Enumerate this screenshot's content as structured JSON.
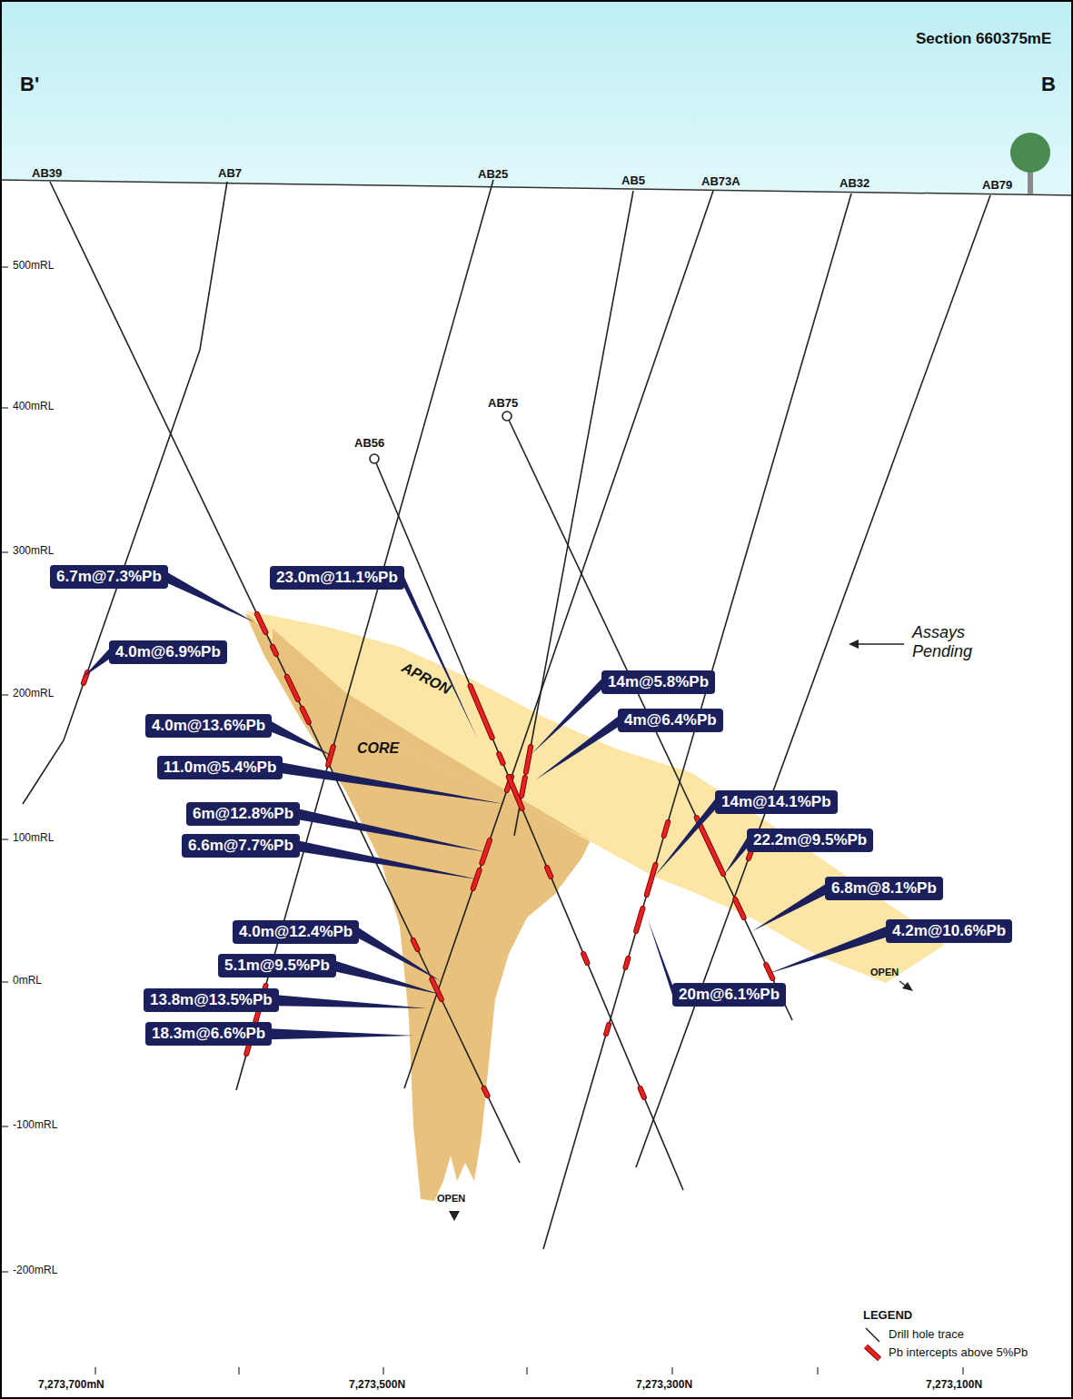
{
  "diagram": {
    "title": "Section 660375mE",
    "nodes": [
      {
        "text": [
          "6.7m@7.3%Pb"
        ]
      },
      {
        "text": [
          "23.0m@11.1%Pb"
        ]
      },
      {
        "text": [
          "4.0m@6.9%Pb"
        ]
      },
      {
        "text": [
          "14m@5.8%Pb"
        ]
      },
      {
        "text": [
          "4m@6.4%Pb"
        ]
      },
      {
        "text": [
          "4.0m@13.6%Pb"
        ]
      },
      {
        "text": [
          "11.0m@5.4%Pb"
        ]
      },
      {
        "text": [
          "14m@14.1%Pb"
        ]
      },
      {
        "text": [
          "22.2m@9.5%Pb"
        ]
      },
      {
        "text": [
          "6m@12.8%Pb"
        ]
      },
      {
        "text": [
          "6.6m@7.7%Pb"
        ]
      },
      {
        "text": [
          "6.8m@8.1%Pb"
        ]
      },
      {
        "text": [
          "4.2m@10.6%Pb"
        ]
      },
      {
        "text": [
          "4.0m@12.4%Pb"
        ]
      },
      {
        "text": [
          "5.1m@9.5%Pb"
        ]
      },
      {
        "text": [
          "20m@6.1%Pb"
        ]
      },
      {
        "text": [
          "13.8m@13.5%Pb"
        ]
      },
      {
        "text": [
          "18.3m@6.6%Pb"
        ]
      }
    ],
    "labels": [
      "B'",
      "B",
      "AB39",
      "AB7",
      "AB25",
      "AB5",
      "AB73A",
      "AB32",
      "AB79",
      "AB56",
      "AB75",
      "500mRL",
      "400mRL",
      "300mRL",
      "200mRL",
      "100mRL",
      "0mRL",
      "-100mRL",
      "-200mRL",
      "APRON",
      "CORE",
      "Assays Pending",
      "OPEN",
      "OPEN",
      "7,273,700mN",
      "7,273,500N",
      "7,273,300N",
      "7,273,100N",
      "LEGEND"
    ],
    "legend": [
      {
        "text": "Drill hole trace"
      },
      {
        "text": "Pb intercepts above 5%Pb"
      }
    ]
  }
}
